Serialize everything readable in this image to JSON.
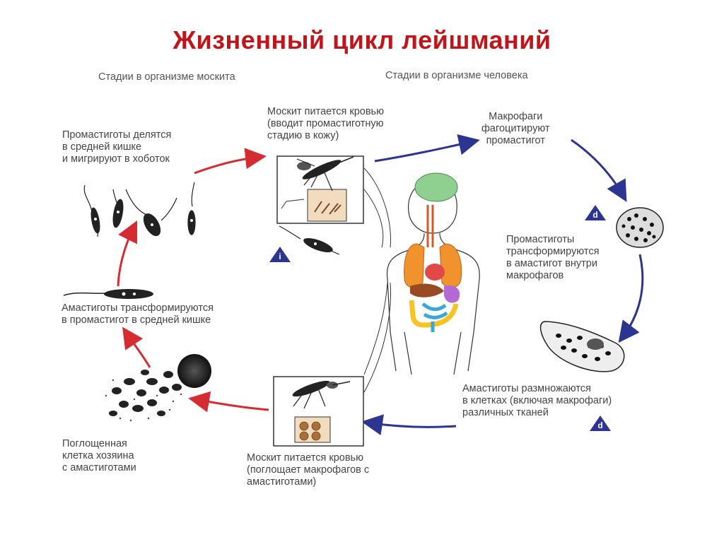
{
  "title": "Жизненный цикл лейшманий",
  "headers": {
    "mosquito": "Стадии в организме москита",
    "human": "Стадии в организме человека"
  },
  "labels": {
    "bite_top": "Москит питается кровью\n(вводит промастиготную\nстадию в кожу)",
    "macrophages": "Макрофаги\nфагоцитируют\nпромастигот",
    "promasti_divide": "Промастиготы делятся\nв средней кишке\nи мигрируют в хоботок",
    "promasti_transform": "Промастиготы\nтрансформируются\nв амастигот внутри\nмакрофагов",
    "amasti_transform": "Амастиготы трансформируются\nв промастигот в средней кишке",
    "amasti_multiply": "Амастиготы размножаются\nв клетках (включая макрофаги)\nразличных тканей",
    "host_cell": "Поглощенная\nклетка хозяина\nс амастиготами",
    "bite_bottom": "Москит питается кровью\n(поглощает макрофагов с\nамастиготами)"
  },
  "badges": {
    "i": "i",
    "d1": "d",
    "d2": "d"
  },
  "colors": {
    "title": "#c0161b",
    "mosquito_arrows": "#d42c32",
    "human_arrows": "#2c3590",
    "badge": "#2c3590"
  }
}
